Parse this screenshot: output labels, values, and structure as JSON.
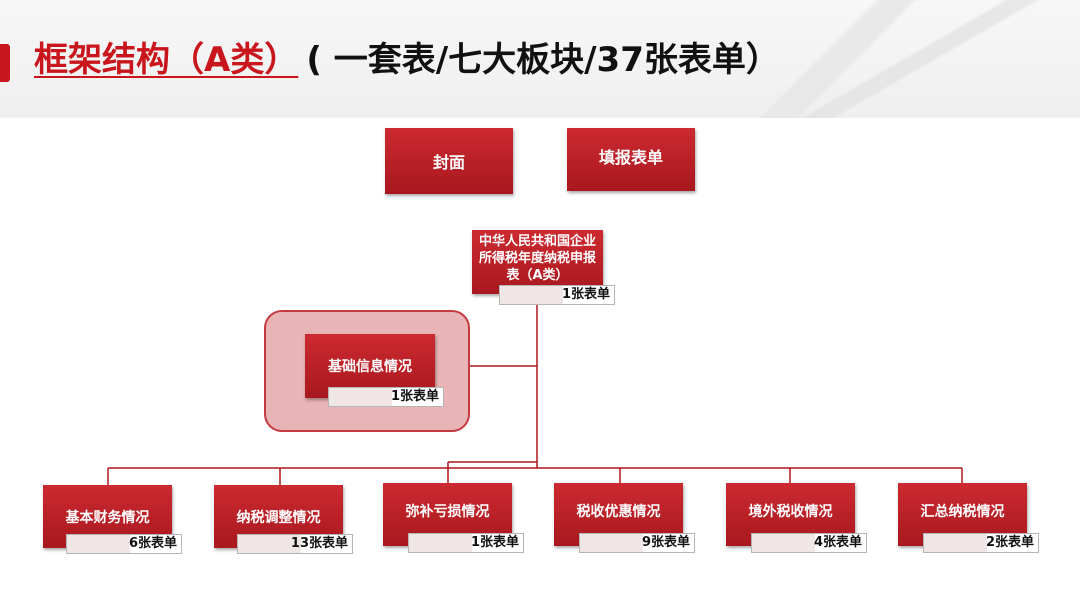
{
  "header": {
    "title_main": "框架结构（A类）",
    "title_sub": "( 一套表/七大板块/37张表单）"
  },
  "top_boxes": {
    "cover": "封面",
    "fill": "填报表单"
  },
  "main_form": {
    "label": "中华人民共和国企业所得税年度纳税申报表（A类）",
    "count": "1张表单"
  },
  "basic_info": {
    "label": "基础信息情况",
    "count": "1张表单"
  },
  "sections": [
    {
      "label": "基本财务情况",
      "count": "6张表单"
    },
    {
      "label": "纳税调整情况",
      "count": "13张表单"
    },
    {
      "label": "弥补亏损情况",
      "count": "1张表单"
    },
    {
      "label": "税收优惠情况",
      "count": "9张表单"
    },
    {
      "label": "境外税收情况",
      "count": "4张表单"
    },
    {
      "label": "汇总纳税情况",
      "count": "2张表单"
    }
  ],
  "colors": {
    "accent": "#c9161d",
    "box": "#b81f25",
    "halo": "#e9b4b6"
  }
}
